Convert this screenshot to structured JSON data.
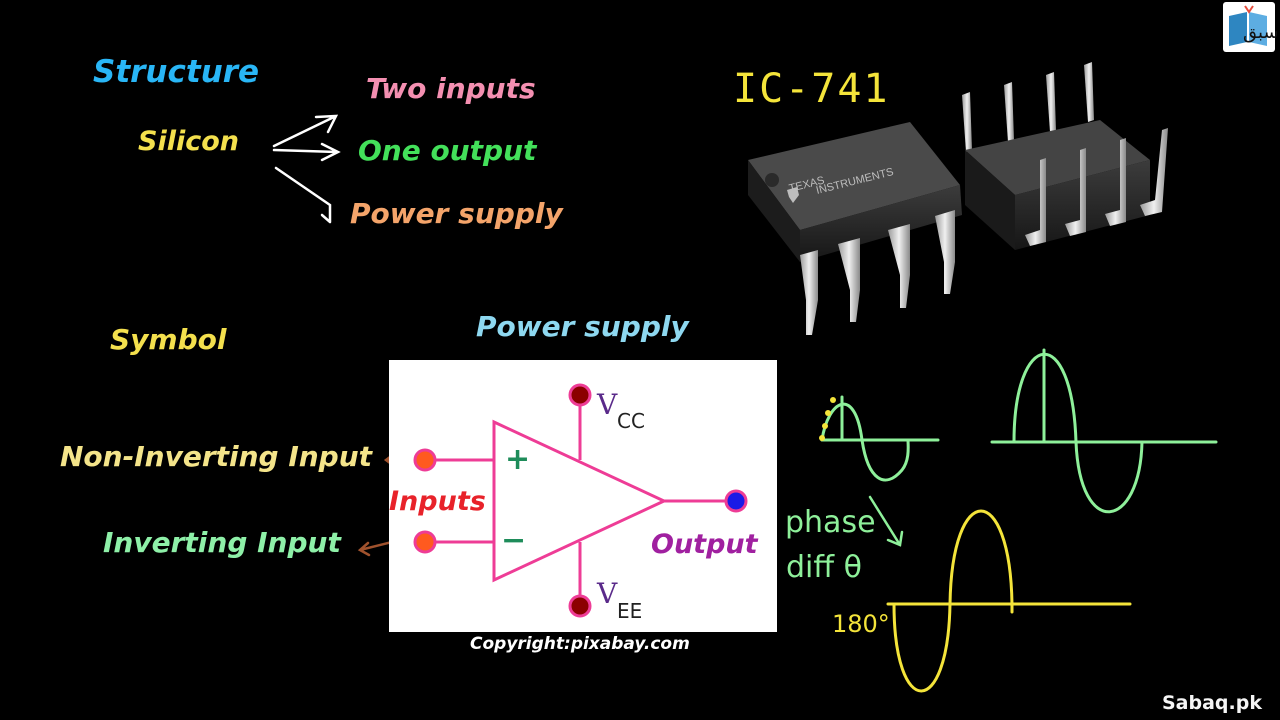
{
  "structure": {
    "heading": "Structure",
    "material": "Silicon",
    "branches": [
      "Two inputs",
      "One output",
      "Power supply"
    ]
  },
  "ic": {
    "name": "IC-741",
    "brand_line1": "TEXAS",
    "brand_line2": "INSTRUMENTS"
  },
  "symbol": {
    "heading": "Symbol",
    "power_supply": "Power supply",
    "non_inverting": "Non-Inverting Input",
    "inverting": "Inverting Input",
    "inputs": "Inputs",
    "output": "Output",
    "plus": "+",
    "minus": "−",
    "vcc_main": "V",
    "vcc_sub": "CC",
    "vee_main": "V",
    "vee_sub": "EE",
    "copyright": "Copyright:pixabay.com"
  },
  "notes": {
    "phase": "phase",
    "diff": "diff θ",
    "angle": "180°"
  },
  "branding": {
    "site": "Sabaq.pk",
    "logo_text": "سبق"
  },
  "colors": {
    "structure": "#29b6f6",
    "silicon": "#f4e04d",
    "two_inputs": "#f48fb1",
    "one_output": "#43e05a",
    "power_supply": "#f4a46a",
    "power_supply_2": "#8ed8f0",
    "non_inverting": "#f4e48a",
    "inverting": "#8ef0a8",
    "inputs": "#e8222a",
    "output": "#a020a0",
    "opamp_pink": "#ee3c96",
    "wave_green": "#8ef09a",
    "wave_yellow": "#f4e43a"
  }
}
